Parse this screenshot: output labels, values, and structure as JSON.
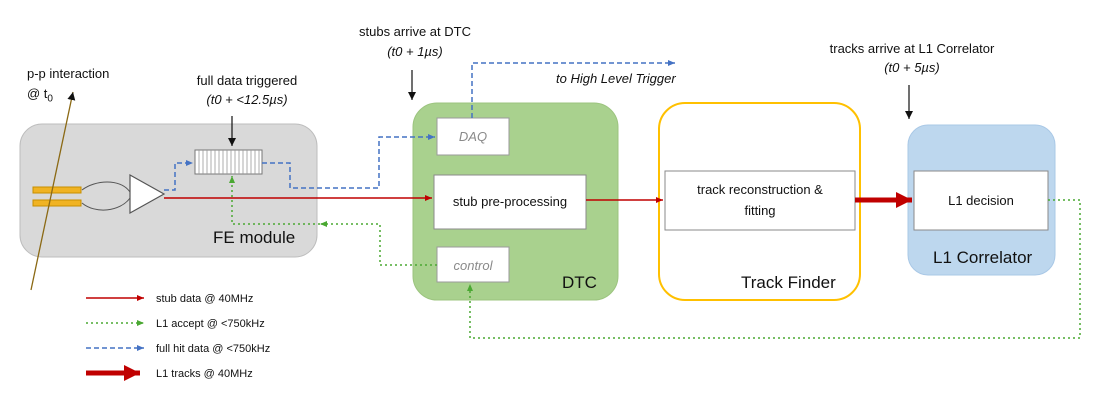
{
  "labels": {
    "pp_line1": "p-p interaction",
    "pp_line2_prefix": "@ t",
    "pp_line2_sub": "0",
    "full_data_title": "full data triggered",
    "full_data_time": "(t0 + <12.5µs)",
    "stubs_title": "stubs arrive at DTC",
    "stubs_time": "(t0 + 1µs)",
    "tracks_title": "tracks arrive at L1 Correlator",
    "tracks_time": "(t0 + 5µs)",
    "to_hlt": "to High Level Trigger"
  },
  "blocks": {
    "fe_module": "FE module",
    "dtc": "DTC",
    "daq": "DAQ",
    "stub_preprocessing": "stub pre-processing",
    "control": "control",
    "track_finder": "Track Finder",
    "track_reco_line1": "track reconstruction &",
    "track_reco_line2": "fitting",
    "l1_correlator": "L1 Correlator",
    "l1_decision": "L1 decision"
  },
  "legend": [
    {
      "label": "stub data @ 40MHz",
      "style": "solid-red",
      "color": "#c00000"
    },
    {
      "label": "L1 accept @ <750kHz",
      "style": "dotted-green",
      "color": "#4aa832"
    },
    {
      "label": "full hit data @ <750kHz",
      "style": "dashed-blue",
      "color": "#4472c4"
    },
    {
      "label": "L1 tracks @ 40MHz",
      "style": "thick-red",
      "color": "#c00000"
    }
  ],
  "colors": {
    "fe_fill": "#d9d9d9",
    "dtc_fill": "#a9d18e",
    "track_finder_border": "#ffc000",
    "l1_fill": "#bdd7ee",
    "stub_red": "#c00000",
    "accept_green": "#4aa832",
    "hit_blue": "#4472c4",
    "sensor_orange": "#f0b323",
    "particle_track": "#8b6914"
  }
}
